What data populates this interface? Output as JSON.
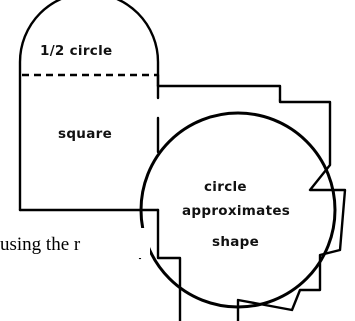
{
  "labels": {
    "half_circle": "1/2 circle",
    "square": "square",
    "circle_line1": "circle",
    "circle_line2": "approximates",
    "circle_line3": "shape"
  },
  "caption": {
    "text": "using the r"
  }
}
